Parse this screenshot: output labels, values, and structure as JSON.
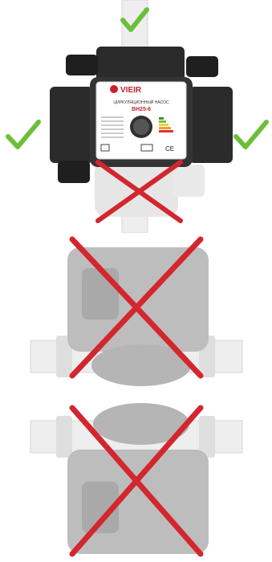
{
  "brand": "VIEIR",
  "pump_title": "ЦИРКУЛЯЦИОННЫЙ НАСОС",
  "pump_model": "ВН25-6",
  "colors": {
    "check": "#6cbf3a",
    "cross": "#d3262e",
    "pump_body": "#2b2b2b",
    "ghost": "#b9b9b9",
    "pipe": "#e9e9e9"
  },
  "orientations": [
    {
      "position": "motor-vertical-up",
      "allowed": true
    },
    {
      "position": "motor-horizontal-left",
      "allowed": true
    },
    {
      "position": "motor-horizontal-right",
      "allowed": true
    },
    {
      "position": "motor-vertical-down",
      "allowed": false
    },
    {
      "position": "shaft-vertical-down",
      "allowed": false
    },
    {
      "position": "shaft-vertical-up",
      "allowed": false
    }
  ]
}
